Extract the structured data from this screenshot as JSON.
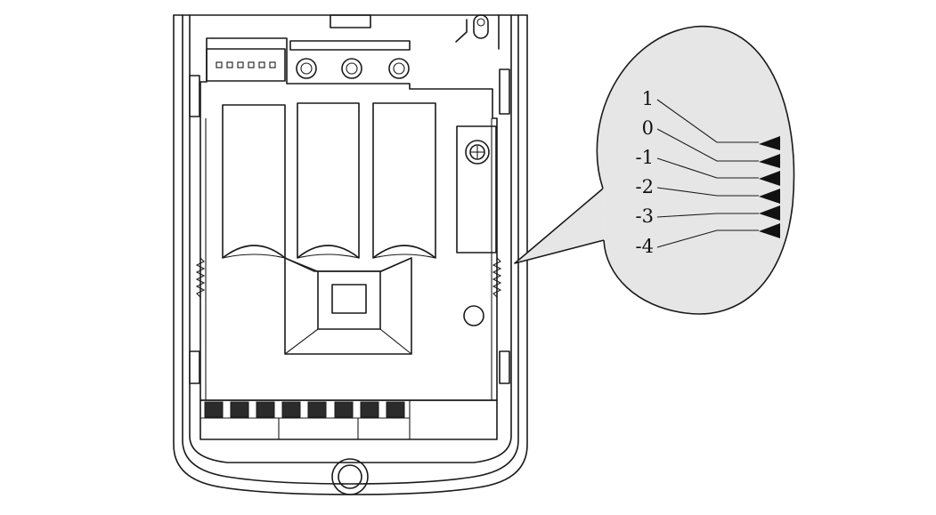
{
  "colors": {
    "line": "#1a1a1a",
    "background": "#ffffff",
    "bubble": "#e6e6e6",
    "marker": "#111111"
  },
  "callout": {
    "levels": [
      "1",
      "0",
      "-1",
      "-2",
      "-3",
      "-4"
    ]
  }
}
